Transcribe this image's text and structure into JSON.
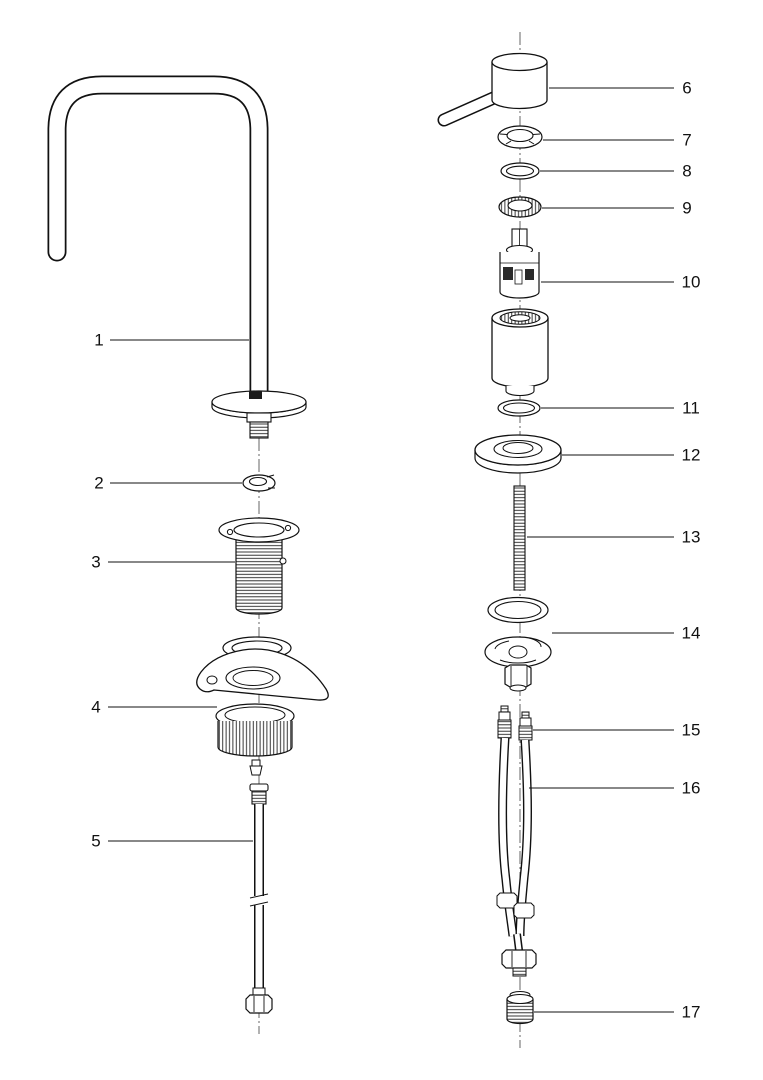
{
  "diagram": {
    "parts": [
      {
        "label": "1"
      },
      {
        "label": "2"
      },
      {
        "label": "3"
      },
      {
        "label": "4"
      },
      {
        "label": "5"
      },
      {
        "label": "6"
      },
      {
        "label": "7"
      },
      {
        "label": "8"
      },
      {
        "label": "9"
      },
      {
        "label": "10"
      },
      {
        "label": "11"
      },
      {
        "label": "12"
      },
      {
        "label": "13"
      },
      {
        "label": "14"
      },
      {
        "label": "15"
      },
      {
        "label": "16"
      },
      {
        "label": "17"
      }
    ],
    "colors": {
      "line": "#111111",
      "background": "#ffffff"
    }
  }
}
